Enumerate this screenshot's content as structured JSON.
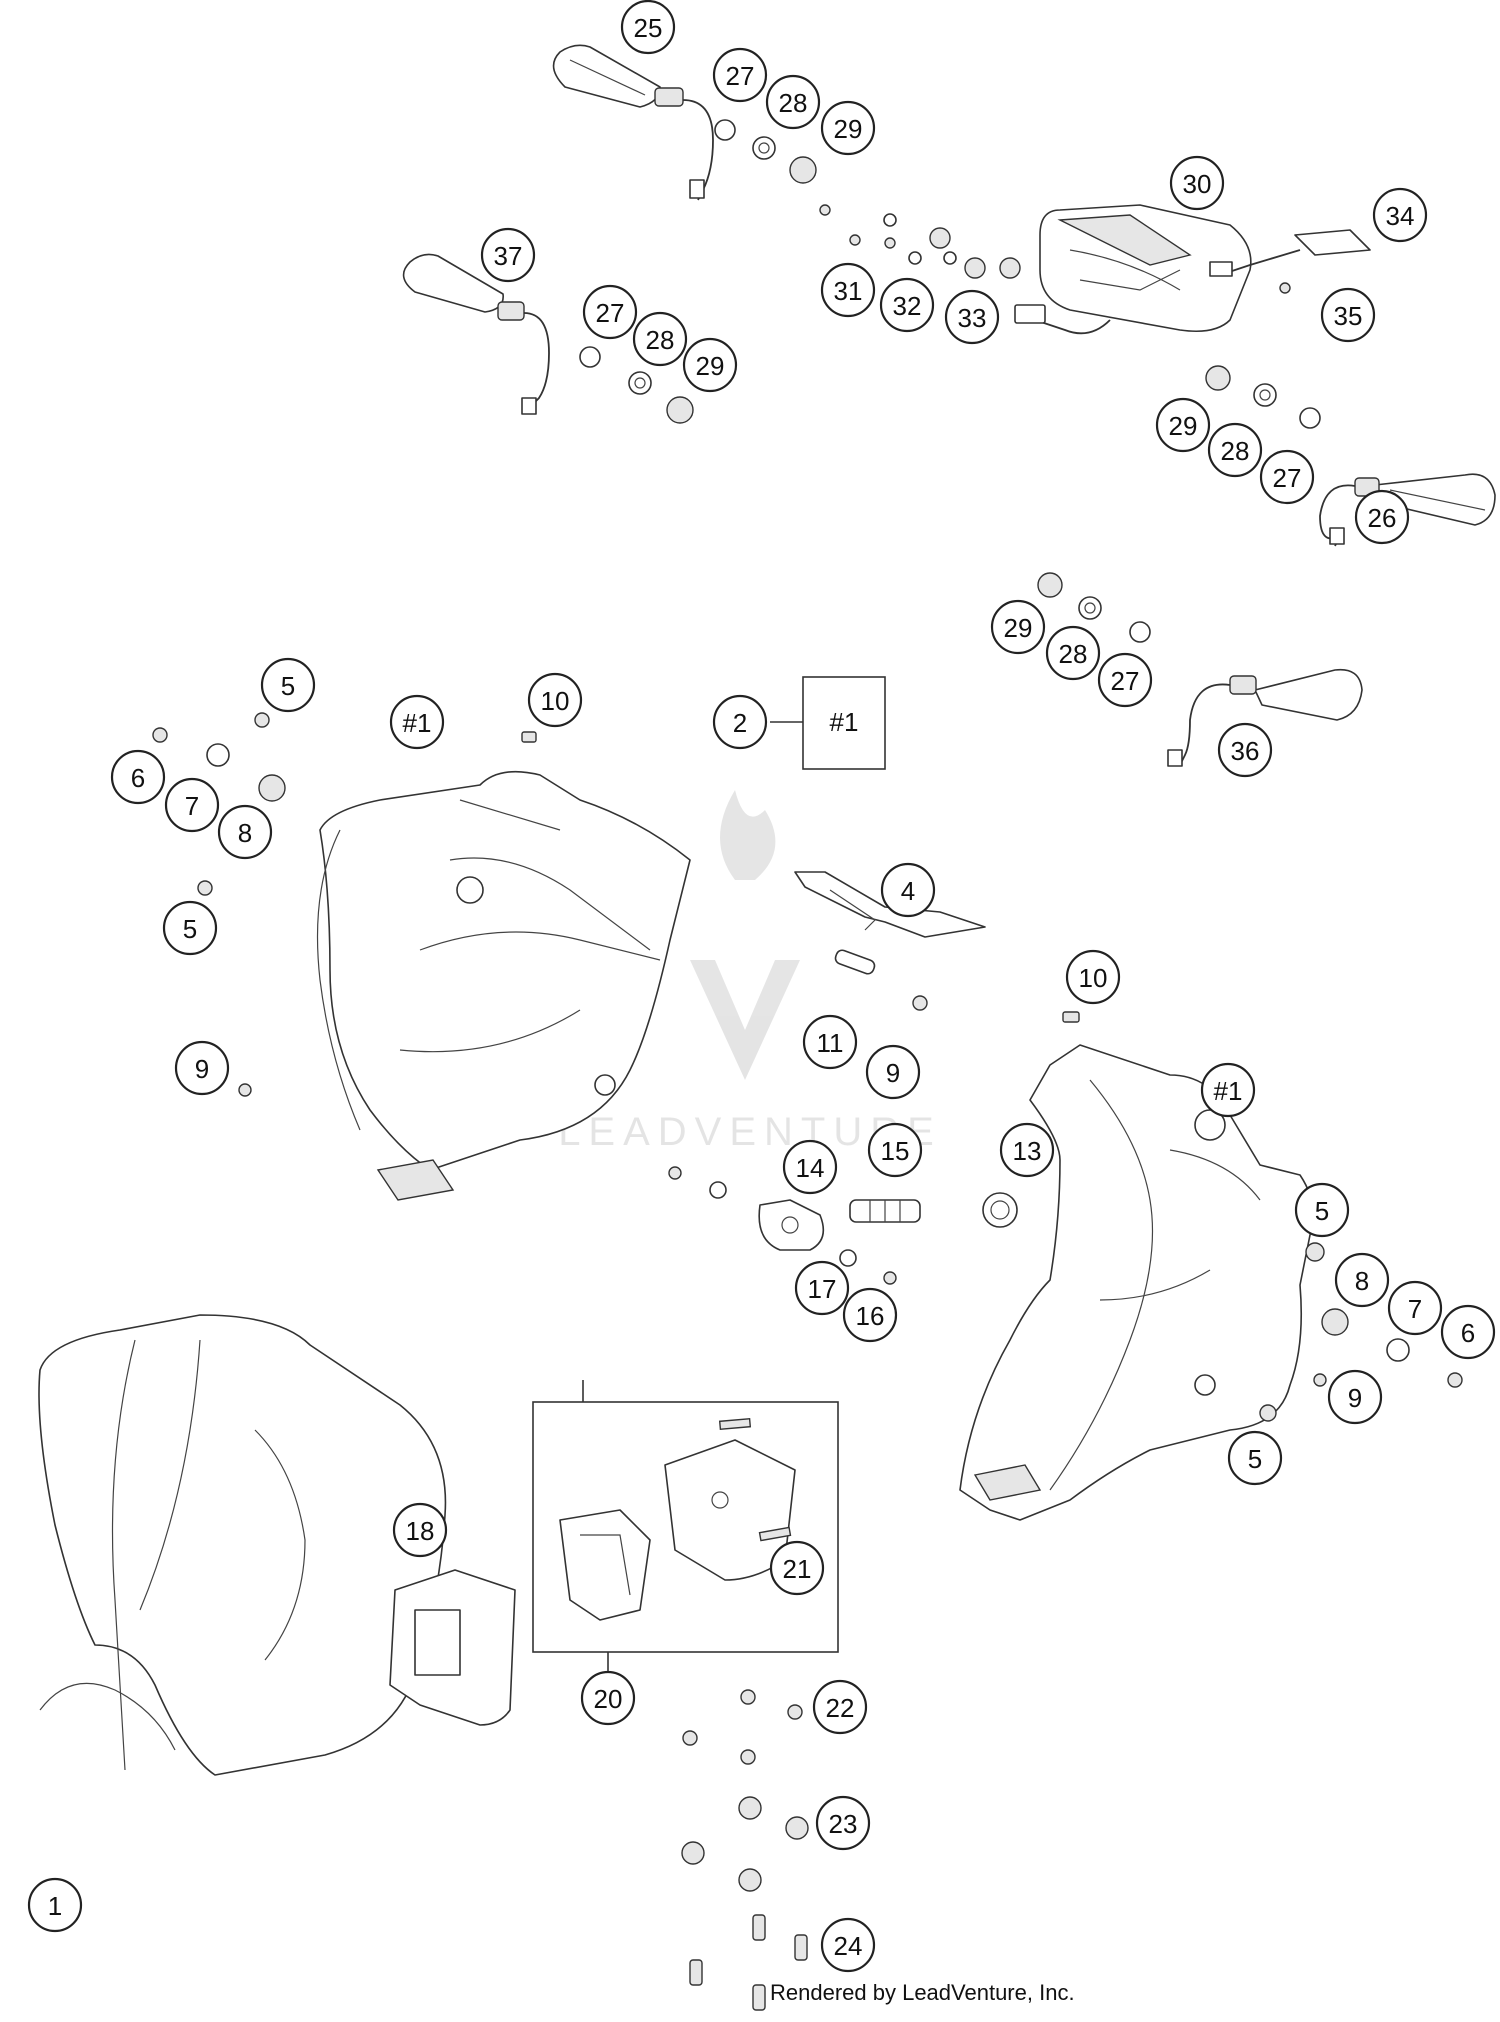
{
  "diagram": {
    "callouts": [
      {
        "id": "c1",
        "label": "1"
      },
      {
        "id": "c2",
        "label": "2"
      },
      {
        "id": "c4",
        "label": "4"
      },
      {
        "id": "c5a",
        "label": "5"
      },
      {
        "id": "c5b",
        "label": "5"
      },
      {
        "id": "c5c",
        "label": "5"
      },
      {
        "id": "c5d",
        "label": "5"
      },
      {
        "id": "c6a",
        "label": "6"
      },
      {
        "id": "c6b",
        "label": "6"
      },
      {
        "id": "c7a",
        "label": "7"
      },
      {
        "id": "c7b",
        "label": "7"
      },
      {
        "id": "c8a",
        "label": "8"
      },
      {
        "id": "c8b",
        "label": "8"
      },
      {
        "id": "c9a",
        "label": "9"
      },
      {
        "id": "c9b",
        "label": "9"
      },
      {
        "id": "c9c",
        "label": "9"
      },
      {
        "id": "c10a",
        "label": "10"
      },
      {
        "id": "c10b",
        "label": "10"
      },
      {
        "id": "c11",
        "label": "11"
      },
      {
        "id": "c13",
        "label": "13"
      },
      {
        "id": "c14",
        "label": "14"
      },
      {
        "id": "c15",
        "label": "15"
      },
      {
        "id": "c16",
        "label": "16"
      },
      {
        "id": "c17",
        "label": "17"
      },
      {
        "id": "c18",
        "label": "18"
      },
      {
        "id": "c20",
        "label": "20"
      },
      {
        "id": "c21",
        "label": "21"
      },
      {
        "id": "c22",
        "label": "22"
      },
      {
        "id": "c23",
        "label": "23"
      },
      {
        "id": "c24",
        "label": "24"
      },
      {
        "id": "c25",
        "label": "25"
      },
      {
        "id": "c26",
        "label": "26"
      },
      {
        "id": "c27a",
        "label": "27"
      },
      {
        "id": "c27b",
        "label": "27"
      },
      {
        "id": "c27c",
        "label": "27"
      },
      {
        "id": "c27d",
        "label": "27"
      },
      {
        "id": "c28a",
        "label": "28"
      },
      {
        "id": "c28b",
        "label": "28"
      },
      {
        "id": "c28c",
        "label": "28"
      },
      {
        "id": "c28d",
        "label": "28"
      },
      {
        "id": "c29a",
        "label": "29"
      },
      {
        "id": "c29b",
        "label": "29"
      },
      {
        "id": "c29c",
        "label": "29"
      },
      {
        "id": "c29d",
        "label": "29"
      },
      {
        "id": "c30",
        "label": "30"
      },
      {
        "id": "c31",
        "label": "31"
      },
      {
        "id": "c32",
        "label": "32"
      },
      {
        "id": "c33",
        "label": "33"
      },
      {
        "id": "c34",
        "label": "34"
      },
      {
        "id": "c35",
        "label": "35"
      },
      {
        "id": "c36",
        "label": "36"
      },
      {
        "id": "c37",
        "label": "37"
      },
      {
        "id": "cref1",
        "label": "#1"
      },
      {
        "id": "cref2",
        "label": "#1"
      }
    ],
    "ref_box_label": "#1",
    "watermark_text": "LEADVENTURE",
    "credit": "Rendered by LeadVenture, Inc."
  }
}
